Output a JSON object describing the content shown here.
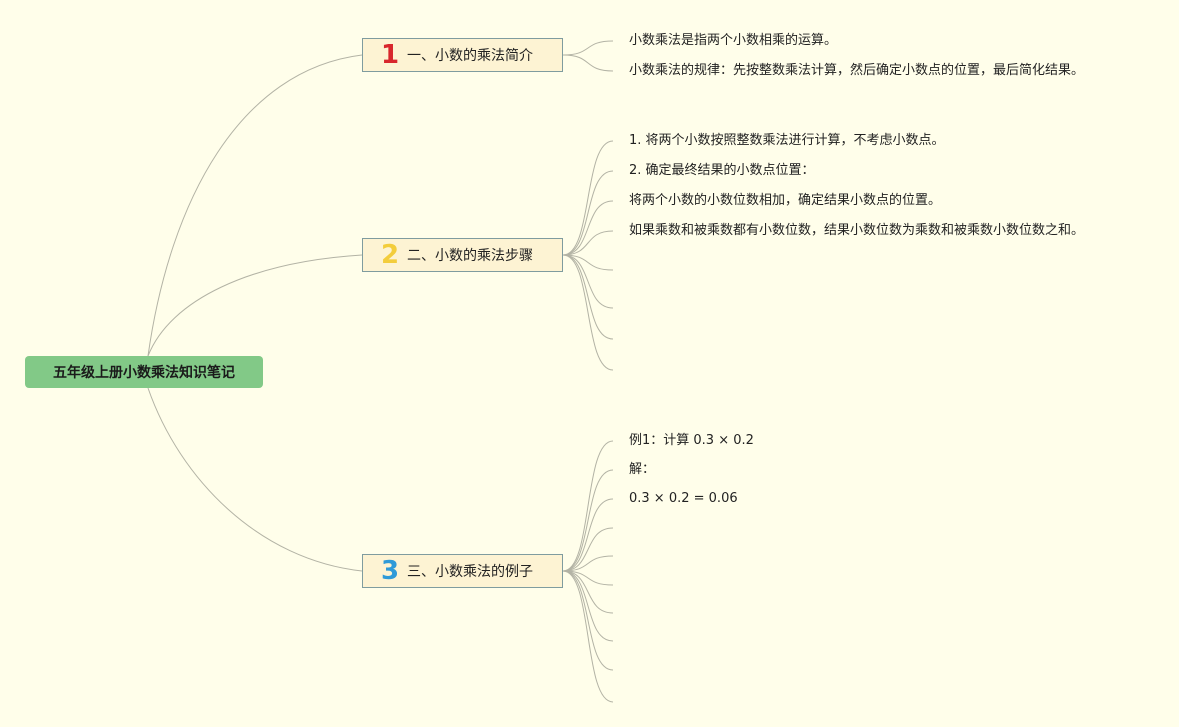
{
  "root": {
    "label": "五年级上册小数乘法知识笔记"
  },
  "branches": [
    {
      "number": "1",
      "label": "一、小数的乘法简介",
      "leaves": [
        "小数乘法是指两个小数相乘的运算。",
        "小数乘法的规律：先按整数乘法计算，然后确定小数点的位置，最后简化结果。"
      ]
    },
    {
      "number": "2",
      "label": "二、小数的乘法步骤",
      "leaves": [
        "1. 将两个小数按照整数乘法进行计算，不考虑小数点。",
        "2. 确定最终结果的小数点位置：",
        "将两个小数的小数位数相加，确定结果小数点的位置。",
        "如果乘数和被乘数都有小数位数，结果小数位数为乘数和被乘数小数位数之和。"
      ]
    },
    {
      "number": "3",
      "label": "三、小数乘法的例子",
      "leaves": [
        "例1：计算 0.3 × 0.2",
        "解：",
        "0.3 × 0.2 = 0.06"
      ]
    }
  ],
  "colors": {
    "background": "#fffeea",
    "root_fill": "#82c987",
    "branch_fill": "#fdf3d3",
    "branch_border": "#7f9c9f",
    "connector": "#b3b3a5",
    "badge_1": "#d8262c",
    "badge_2": "#f3cd3c",
    "badge_3": "#2f9ad8"
  }
}
